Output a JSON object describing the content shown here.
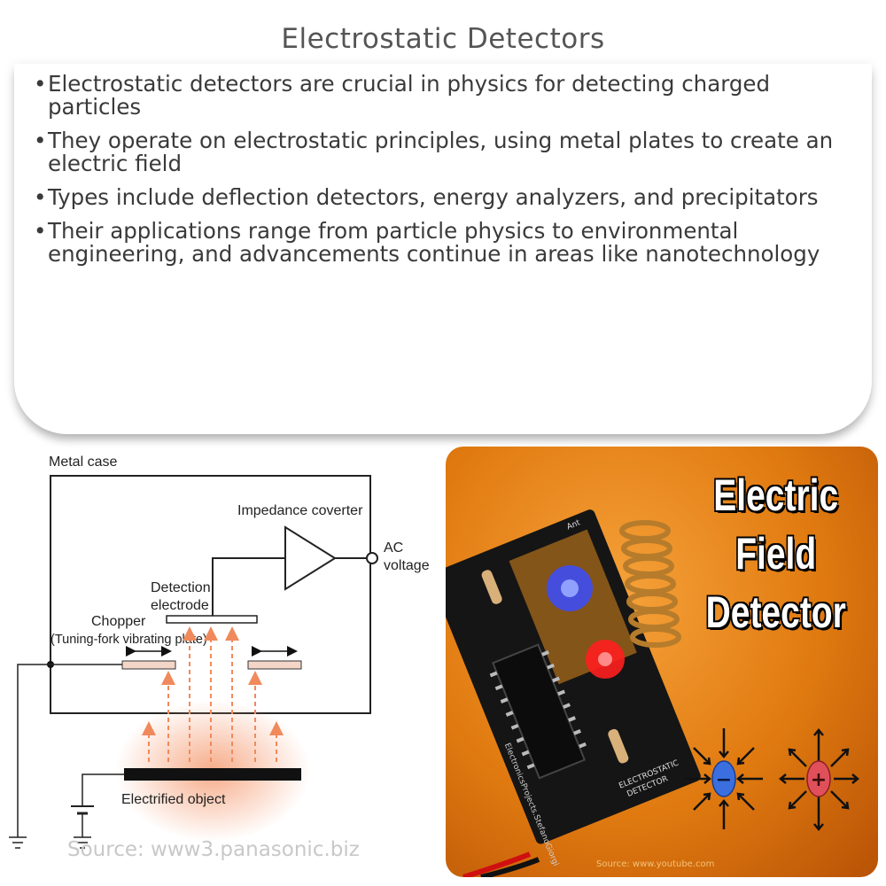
{
  "title": "Electrostatic Detectors",
  "bullets": [
    "Electrostatic detectors are crucial in physics for detecting charged particles",
    "They operate on electrostatic principles, using metal plates to create an electric field",
    "Types include deflection detectors, energy analyzers, and precipitators",
    "Their applications range from particle physics to environmental engineering, and advancements continue in areas like nanotechnology"
  ],
  "diagram": {
    "metal_case": "Metal case",
    "impedance_converter": "Impedance coverter",
    "ac_voltage_line1": "AC",
    "ac_voltage_line2": "voltage",
    "detection_electrode_line1": "Detection",
    "detection_electrode_line2": "electrode",
    "chopper": "Chopper",
    "chopper_sub": "(Tuning-fork vibrating plate)",
    "electrified_object": "Electrified object",
    "source": "Source: www3.panasonic.biz"
  },
  "photo": {
    "title_line1": "Electric Field",
    "title_line2": "Detector",
    "board_label1": "ELECTROSTATIC",
    "board_label2": "DETECTOR",
    "board_side_text": "ElectronicsProjects.StefanoGiorgi",
    "ant_label": "Ant",
    "source": "Source: www.youtube.com",
    "negative_sign": "−",
    "positive_sign": "+"
  },
  "colors": {
    "photo_bg": "#e07a10",
    "negative_charge": "#3b6fe0",
    "positive_charge": "#e0505a"
  }
}
